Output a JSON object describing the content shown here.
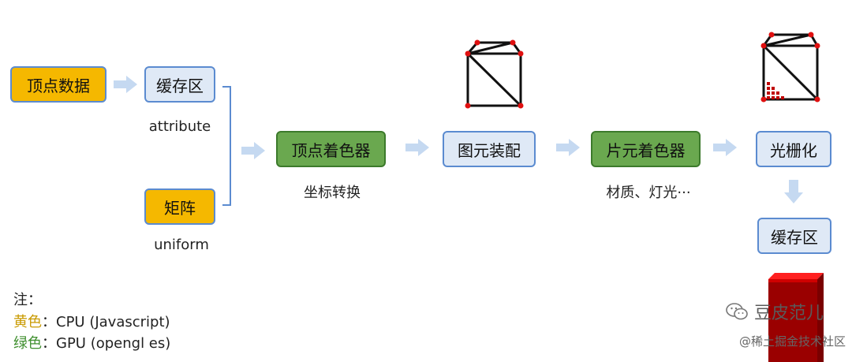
{
  "nodes": {
    "vertex_data": "顶点数据",
    "buffer_1": "缓存区",
    "matrix": "矩阵",
    "vertex_shader": "顶点着色器",
    "primitive_assembly": "图元装配",
    "fragment_shader": "片元着色器",
    "rasterization": "光栅化",
    "buffer_2": "缓存区"
  },
  "captions": {
    "attribute": "attribute",
    "uniform": "uniform",
    "coord_transform": "坐标转换",
    "materials": "材质、灯光···"
  },
  "legend": {
    "title": "注：",
    "yellow_label": "黄色",
    "yellow_text": "：CPU (Javascript)",
    "green_label": "绿色",
    "green_text": "：GPU (opengl es)"
  },
  "watermark": {
    "brand": "豆皮范儿",
    "site": "@稀土掘金技术社区"
  },
  "colors": {
    "cpu_fill": "#f5b800",
    "gpu_fill": "#6aa84f",
    "buffer_fill": "#dfe9f6",
    "box_border": "#5b8bd0",
    "arrow": "#c5d9f1",
    "vertex_dot": "#e01010",
    "cube_red": "#e00000"
  }
}
